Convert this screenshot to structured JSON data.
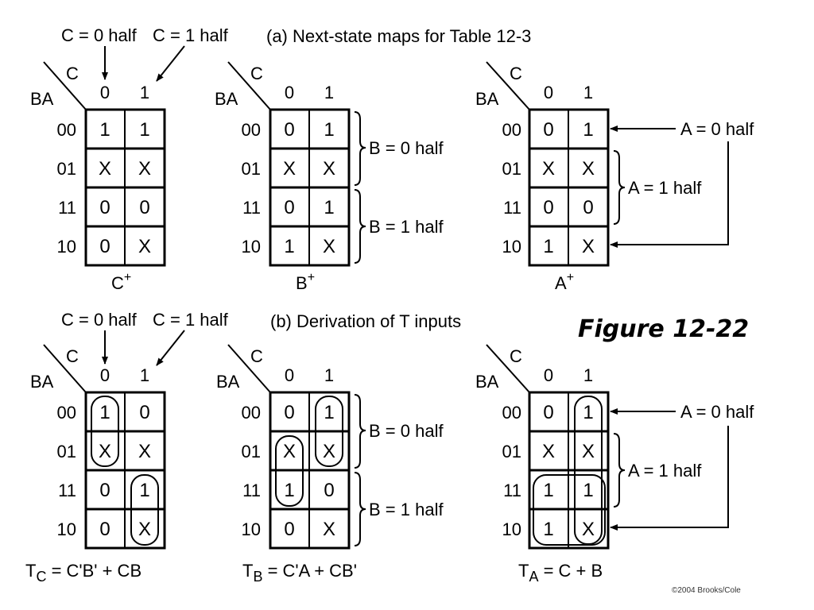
{
  "titles": {
    "a": "(a) Next-state maps for Table 12-3",
    "b": "(b) Derivation of T inputs"
  },
  "figure_label": "Figure 12-22",
  "copyright": "©2004 Brooks/Cole",
  "common": {
    "var_col": "C",
    "var_row": "BA",
    "col_headers": [
      "0",
      "1"
    ],
    "row_headers": [
      "00",
      "01",
      "11",
      "10"
    ],
    "c0_half": "C = 0 half",
    "c1_half": "C = 1 half",
    "b0_half": "B = 0 half",
    "b1_half": "B = 1 half",
    "a0_half": "A = 0 half",
    "a1_half": "A = 1 half"
  },
  "maps_a": [
    {
      "cells": [
        [
          "1",
          "1"
        ],
        [
          "X",
          "X"
        ],
        [
          "0",
          "0"
        ],
        [
          "0",
          "X"
        ]
      ],
      "var": "C",
      "sup": "+"
    },
    {
      "cells": [
        [
          "0",
          "1"
        ],
        [
          "X",
          "X"
        ],
        [
          "0",
          "1"
        ],
        [
          "1",
          "X"
        ]
      ],
      "var": "B",
      "sup": "+"
    },
    {
      "cells": [
        [
          "0",
          "1"
        ],
        [
          "X",
          "X"
        ],
        [
          "0",
          "0"
        ],
        [
          "1",
          "X"
        ]
      ],
      "var": "A",
      "sup": "+"
    }
  ],
  "maps_b": [
    {
      "cells": [
        [
          "1",
          "0"
        ],
        [
          "X",
          "X"
        ],
        [
          "0",
          "1"
        ],
        [
          "0",
          "X"
        ]
      ],
      "eq_t": "T",
      "eq_sub": "C",
      "eq_rhs": " = C'B' + CB"
    },
    {
      "cells": [
        [
          "0",
          "1"
        ],
        [
          "X",
          "X"
        ],
        [
          "1",
          "0"
        ],
        [
          "0",
          "X"
        ]
      ],
      "eq_t": "T",
      "eq_sub": "B",
      "eq_rhs": " = C'A + CB'"
    },
    {
      "cells": [
        [
          "0",
          "1"
        ],
        [
          "X",
          "X"
        ],
        [
          "1",
          "1"
        ],
        [
          "1",
          "X"
        ]
      ],
      "eq_t": "T",
      "eq_sub": "A",
      "eq_rhs": " = C + B"
    }
  ]
}
